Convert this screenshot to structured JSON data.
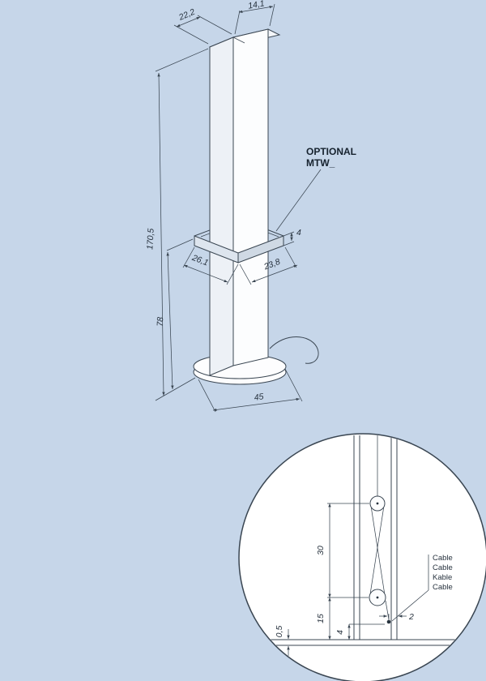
{
  "colors": {
    "background": "#c6d6e9",
    "line": "#3a4652",
    "text": "#27323e",
    "detail_fill": "#ffffff"
  },
  "main": {
    "callout": {
      "line1": "OPTIONAL",
      "line2": "MTW_"
    },
    "dims": {
      "top_width": "22,2",
      "top_depth": "14,1",
      "total_height": "170,5",
      "lower_height": "78",
      "collar_width": "26,1",
      "collar_depth": "23,8",
      "collar_height": "4",
      "base_diameter": "45"
    }
  },
  "detail": {
    "dims": {
      "pulley_span": "30",
      "lower_height": "15",
      "outlet_height": "4",
      "floor_thickness": "0,5",
      "cable_gap": "2"
    },
    "cable_labels": [
      "Cable",
      "Cable",
      "Kable",
      "Cable"
    ]
  }
}
